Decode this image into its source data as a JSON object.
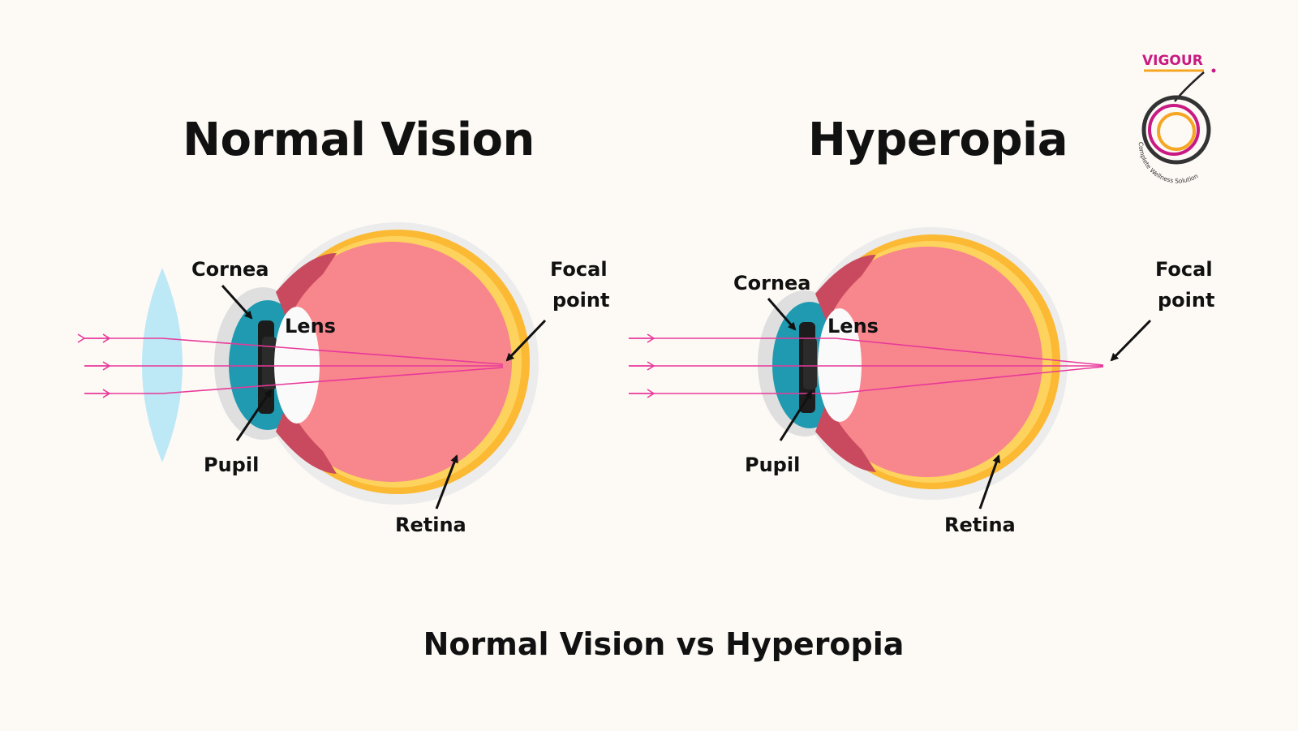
{
  "titles": {
    "left": "Normal Vision",
    "right": "Hyperopia",
    "bottom": "Normal Vision vs Hyperopia"
  },
  "labels": {
    "cornea": "Cornea",
    "lens": "Lens",
    "pupil": "Pupil",
    "retina": "Retina",
    "focal_line1": "Focal",
    "focal_line2": "point"
  },
  "logo": {
    "brand": "VIGOUR",
    "tagline": "Complete Wellness Solution",
    "brand_color": "#c81a82",
    "accent_color": "#f5a623"
  },
  "colors": {
    "background": "#fdfaf6",
    "sclera": "#fbb934",
    "eye_interior": "#f8868d",
    "iris": "#1f9ab1",
    "corrective_lens": "#bde8f5",
    "light_rays": "#e8399a"
  }
}
